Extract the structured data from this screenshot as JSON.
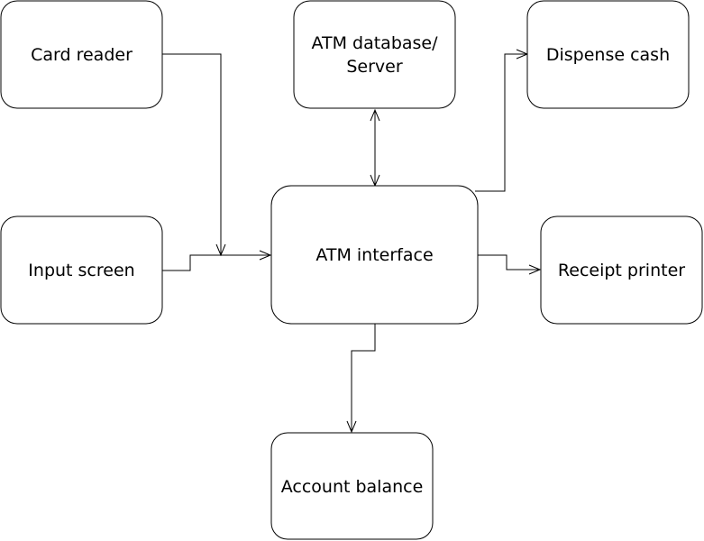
{
  "diagram": {
    "nodes": {
      "card_reader": {
        "label": "Card reader"
      },
      "atm_database": {
        "label_line1": "ATM database/",
        "label_line2": "Server"
      },
      "dispense_cash": {
        "label": "Dispense cash"
      },
      "input_screen": {
        "label": "Input screen"
      },
      "atm_interface": {
        "label": "ATM interface"
      },
      "receipt_printer": {
        "label": "Receipt printer"
      },
      "account_balance": {
        "label": "Account balance"
      }
    },
    "edges": [
      {
        "from": "Card reader",
        "to": "ATM interface"
      },
      {
        "from": "Input screen",
        "to": "ATM interface"
      },
      {
        "from": "ATM interface",
        "to": "ATM database/ Server",
        "bidirectional": true
      },
      {
        "from": "ATM interface",
        "to": "Dispense cash"
      },
      {
        "from": "ATM interface",
        "to": "Receipt printer"
      },
      {
        "from": "ATM interface",
        "to": "Account balance"
      }
    ]
  }
}
